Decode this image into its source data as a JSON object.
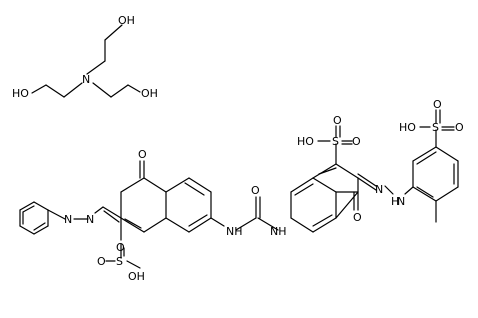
{
  "labels": {
    "hydroxyl": "OH",
    "hydroxyl_left": "HO",
    "amine_n": "N",
    "carbonyl_o": "O",
    "ring_n": "N",
    "nh": "NH",
    "hn": "HN",
    "hn_short": "H",
    "n_short": "N",
    "sulfonyl_s": "S",
    "methyl_free": ""
  }
}
